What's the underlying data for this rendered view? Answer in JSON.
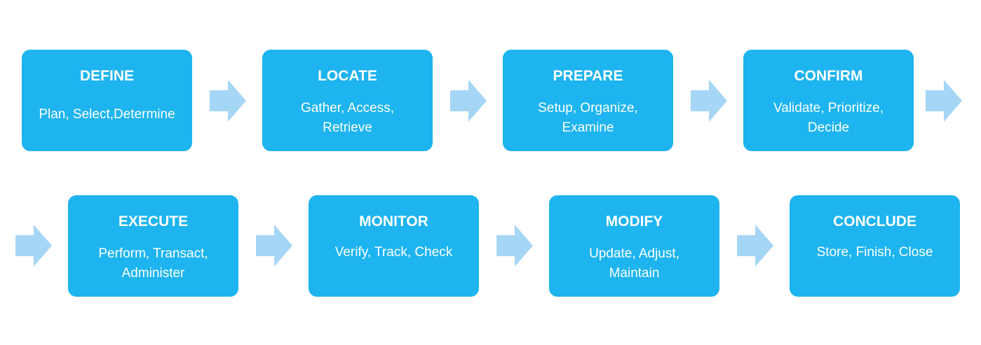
{
  "colors": {
    "box_fill": "#1db4ef",
    "box_text": "#ffffff",
    "arrow_fill": "#a6d6f6"
  },
  "steps": [
    {
      "title": "DEFINE",
      "line1": "Plan, Select,Determine",
      "line2": ""
    },
    {
      "title": "LOCATE",
      "line1": "Gather, Access,",
      "line2": "Retrieve"
    },
    {
      "title": "PREPARE",
      "line1": "Setup, Organize,",
      "line2": "Examine"
    },
    {
      "title": "CONFIRM",
      "line1": "Validate, Prioritize,",
      "line2": "Decide"
    },
    {
      "title": "EXECUTE",
      "line1": "Perform, Transact,",
      "line2": "Administer"
    },
    {
      "title": "MONITOR",
      "line1": "Verify, Track, Check",
      "line2": ""
    },
    {
      "title": "MODIFY",
      "line1": "Update, Adjust,",
      "line2": "Maintain"
    },
    {
      "title": "CONCLUDE",
      "line1": "Store, Finish, Close",
      "line2": ""
    }
  ]
}
